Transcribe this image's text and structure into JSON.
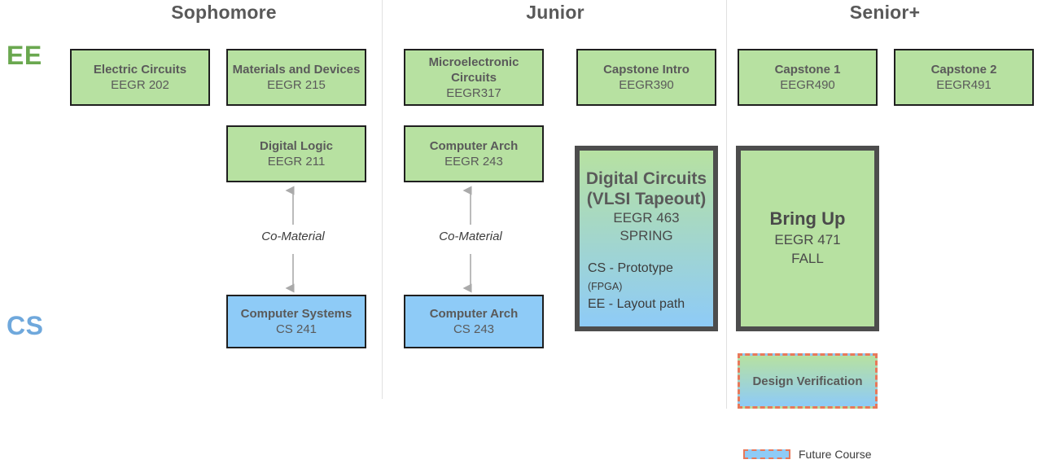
{
  "columns": [
    {
      "label": "Sophomore"
    },
    {
      "label": "Junior"
    },
    {
      "label": "Senior+"
    }
  ],
  "tracks": [
    {
      "key": "ee",
      "label": "EE",
      "color": "#6aa84f"
    },
    {
      "key": "cs",
      "label": "CS",
      "color": "#6fa8dc"
    }
  ],
  "colors": {
    "green_fill": "#b7e1a1",
    "blue_fill": "#8ecbf7",
    "box_border": "#1f1f1f",
    "thick_border": "#4d4d4d",
    "future_border": "#e8795a",
    "divider": "#e0e0e0",
    "text": "#5a5a5a"
  },
  "courses": [
    {
      "id": "electric-circuits",
      "title": "Electric Circuits",
      "code": "EEGR 202"
    },
    {
      "id": "materials-devices",
      "title": "Materials and Devices",
      "code": "EEGR 215"
    },
    {
      "id": "microelectronic",
      "title": "Microelectronic Circuits",
      "code": "EEGR317"
    },
    {
      "id": "capstone-intro",
      "title": "Capstone Intro",
      "code": "EEGR390"
    },
    {
      "id": "capstone-1",
      "title": "Capstone 1",
      "code": "EEGR490"
    },
    {
      "id": "capstone-2",
      "title": "Capstone 2",
      "code": "EEGR491"
    },
    {
      "id": "digital-logic",
      "title": "Digital Logic",
      "code": "EEGR 211"
    },
    {
      "id": "computer-arch-eegr",
      "title": "Computer Arch",
      "code": "EEGR 243"
    },
    {
      "id": "computer-systems-cs",
      "title": "Computer Systems",
      "code": "CS 241"
    },
    {
      "id": "computer-arch-cs",
      "title": "Computer Arch",
      "code": "CS 243"
    }
  ],
  "vlsi": {
    "title_line1": "Digital Circuits",
    "title_line2": "(VLSI Tapeout)",
    "code": "EEGR 463",
    "term": "SPRING",
    "note_cs_main": "CS - Prototype ",
    "note_cs_small": "(FPGA)",
    "note_ee": "EE - Layout path"
  },
  "bringup": {
    "title": "Bring Up",
    "code": "EEGR 471",
    "term": "FALL"
  },
  "design_verification": {
    "title": "Design Verification"
  },
  "connectors": [
    {
      "id": "co-material-sophomore",
      "label": "Co-Material"
    },
    {
      "id": "co-material-junior",
      "label": "Co-Material"
    }
  ],
  "legend": {
    "swatch_name": "future-course-swatch",
    "text": "Future Course"
  }
}
